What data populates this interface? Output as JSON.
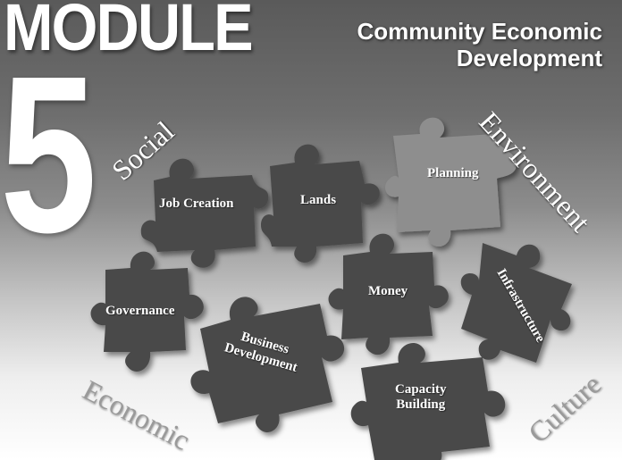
{
  "header": {
    "module_word": "MODULE",
    "module_number": "5",
    "title_line1": "Community Economic",
    "title_line2": "Development"
  },
  "themes": {
    "social": "Social",
    "environment": "Environment",
    "economic": "Economic",
    "culture": "Culture"
  },
  "pieces": {
    "job_creation": "Job Creation",
    "lands": "Lands",
    "planning": "Planning",
    "governance": "Governance",
    "money": "Money",
    "infrastructure": "Infrastructure",
    "business_line1": "Business",
    "business_line2": "Development",
    "capacity_line1": "Capacity",
    "capacity_line2": "Building"
  },
  "colors": {
    "piece_dark": "#4a4a4a",
    "piece_light": "#8e8e8e",
    "text": "#ffffff"
  }
}
